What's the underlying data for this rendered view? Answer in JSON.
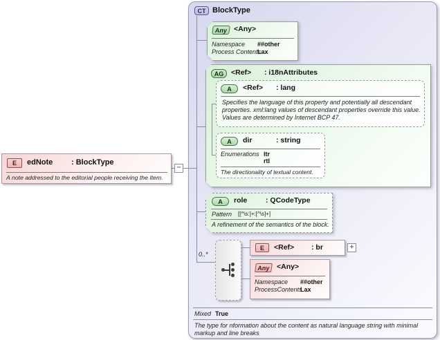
{
  "diagram": {
    "element": {
      "badge": "E",
      "name": "edNote",
      "type": ": BlockType",
      "annotation": "A note addressed to the editorial people receiving the Item."
    },
    "collapse_symbol": "−",
    "complex_type": {
      "badge": "CT",
      "title": "BlockType",
      "any_top": {
        "badge": "Any",
        "title": "<Any>",
        "rows": [
          {
            "label": "Namespace",
            "value": "##other"
          },
          {
            "label": "Process Contents",
            "value": "Lax"
          }
        ]
      },
      "attr_group": {
        "badge": "AG",
        "name": "<Ref>",
        "type": ": i18nAttributes",
        "lang": {
          "badge": "A",
          "name": "<Ref>",
          "type": ": lang",
          "annotation_lines": [
            "Specifies the language of this property and potentially all descendant",
            "properties. xml:lang values of descendant properties override this value.",
            "Values are determined by Internet BCP 47."
          ]
        },
        "dir": {
          "badge": "A",
          "name": "dir",
          "type": ": string",
          "facet_label": "Enumerations",
          "facet_values": [
            "ltr",
            "rtl"
          ],
          "annotation": "The directionality of textual content."
        }
      },
      "role": {
        "badge": "A",
        "name": "role",
        "type": ": QCodeType",
        "facet_label": "Pattern",
        "facet_value": "[[^\\s:]+:[^\\s]+]",
        "annotation": "A refinement of the semantics of the block."
      },
      "compositor": {
        "cardinality": "0..*"
      },
      "br_element": {
        "badge": "E",
        "name": "<Ref>",
        "type": ": br",
        "expand_symbol": "+"
      },
      "any_bottom": {
        "badge": "Any",
        "title": "<Any>",
        "rows": [
          {
            "label": "Namespace",
            "value": "##other"
          },
          {
            "label": "ProcessContents",
            "value": "Lax"
          }
        ]
      },
      "mixed": {
        "label": "Mixed",
        "value": "True"
      },
      "annotation_lines": [
        "The type for nformation about the content as natural language string with minimal",
        "markup and line breaks"
      ]
    },
    "colors": {
      "container_fill": "#d7d7ef",
      "attribute_fill": "#d9f1d9",
      "element_fill": "#f7d6d6",
      "line": "#8a8a9e"
    }
  }
}
